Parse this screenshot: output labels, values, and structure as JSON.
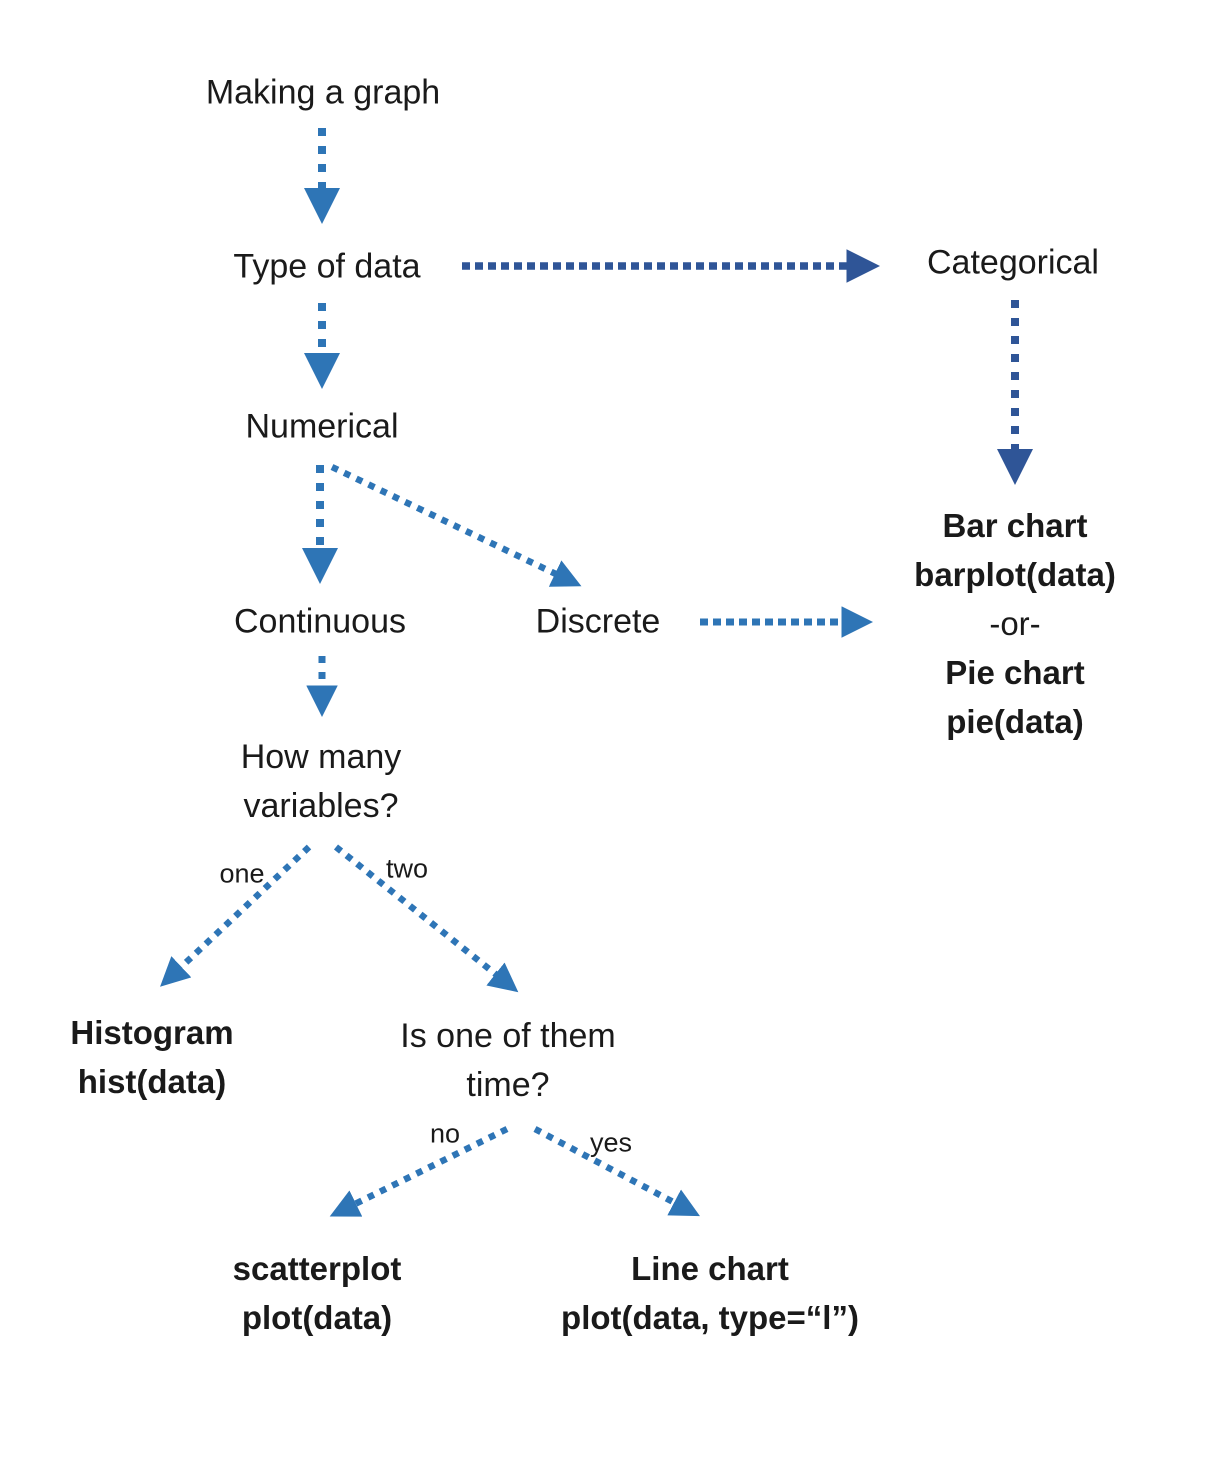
{
  "colors": {
    "arrow_light": "#2E75B6",
    "arrow_dark": "#2F5597",
    "text": "#1A1A1A",
    "background": "#FFFFFF"
  },
  "nodes": {
    "making_a_graph": {
      "label": "Making a graph"
    },
    "type_of_data": {
      "label": "Type of data"
    },
    "categorical": {
      "label": "Categorical"
    },
    "numerical": {
      "label": "Numerical"
    },
    "continuous": {
      "label": "Continuous"
    },
    "discrete": {
      "label": "Discrete"
    },
    "bar_or_pie": {
      "line1": "Bar chart",
      "line2": "barplot(data)",
      "line3": "-or-",
      "line4": "Pie chart",
      "line5": "pie(data)"
    },
    "how_many_variables": {
      "line1": "How many",
      "line2": "variables?"
    },
    "histogram": {
      "line1": "Histogram",
      "line2": "hist(data)"
    },
    "is_one_of_them_time": {
      "line1": "Is one of them",
      "line2": "time?"
    },
    "scatterplot": {
      "line1": "scatterplot",
      "line2": "plot(data)"
    },
    "line_chart": {
      "line1": "Line chart",
      "line2": "plot(data, type=“l”)"
    }
  },
  "edge_labels": {
    "one": "one",
    "two": "two",
    "no": "no",
    "yes": "yes"
  }
}
